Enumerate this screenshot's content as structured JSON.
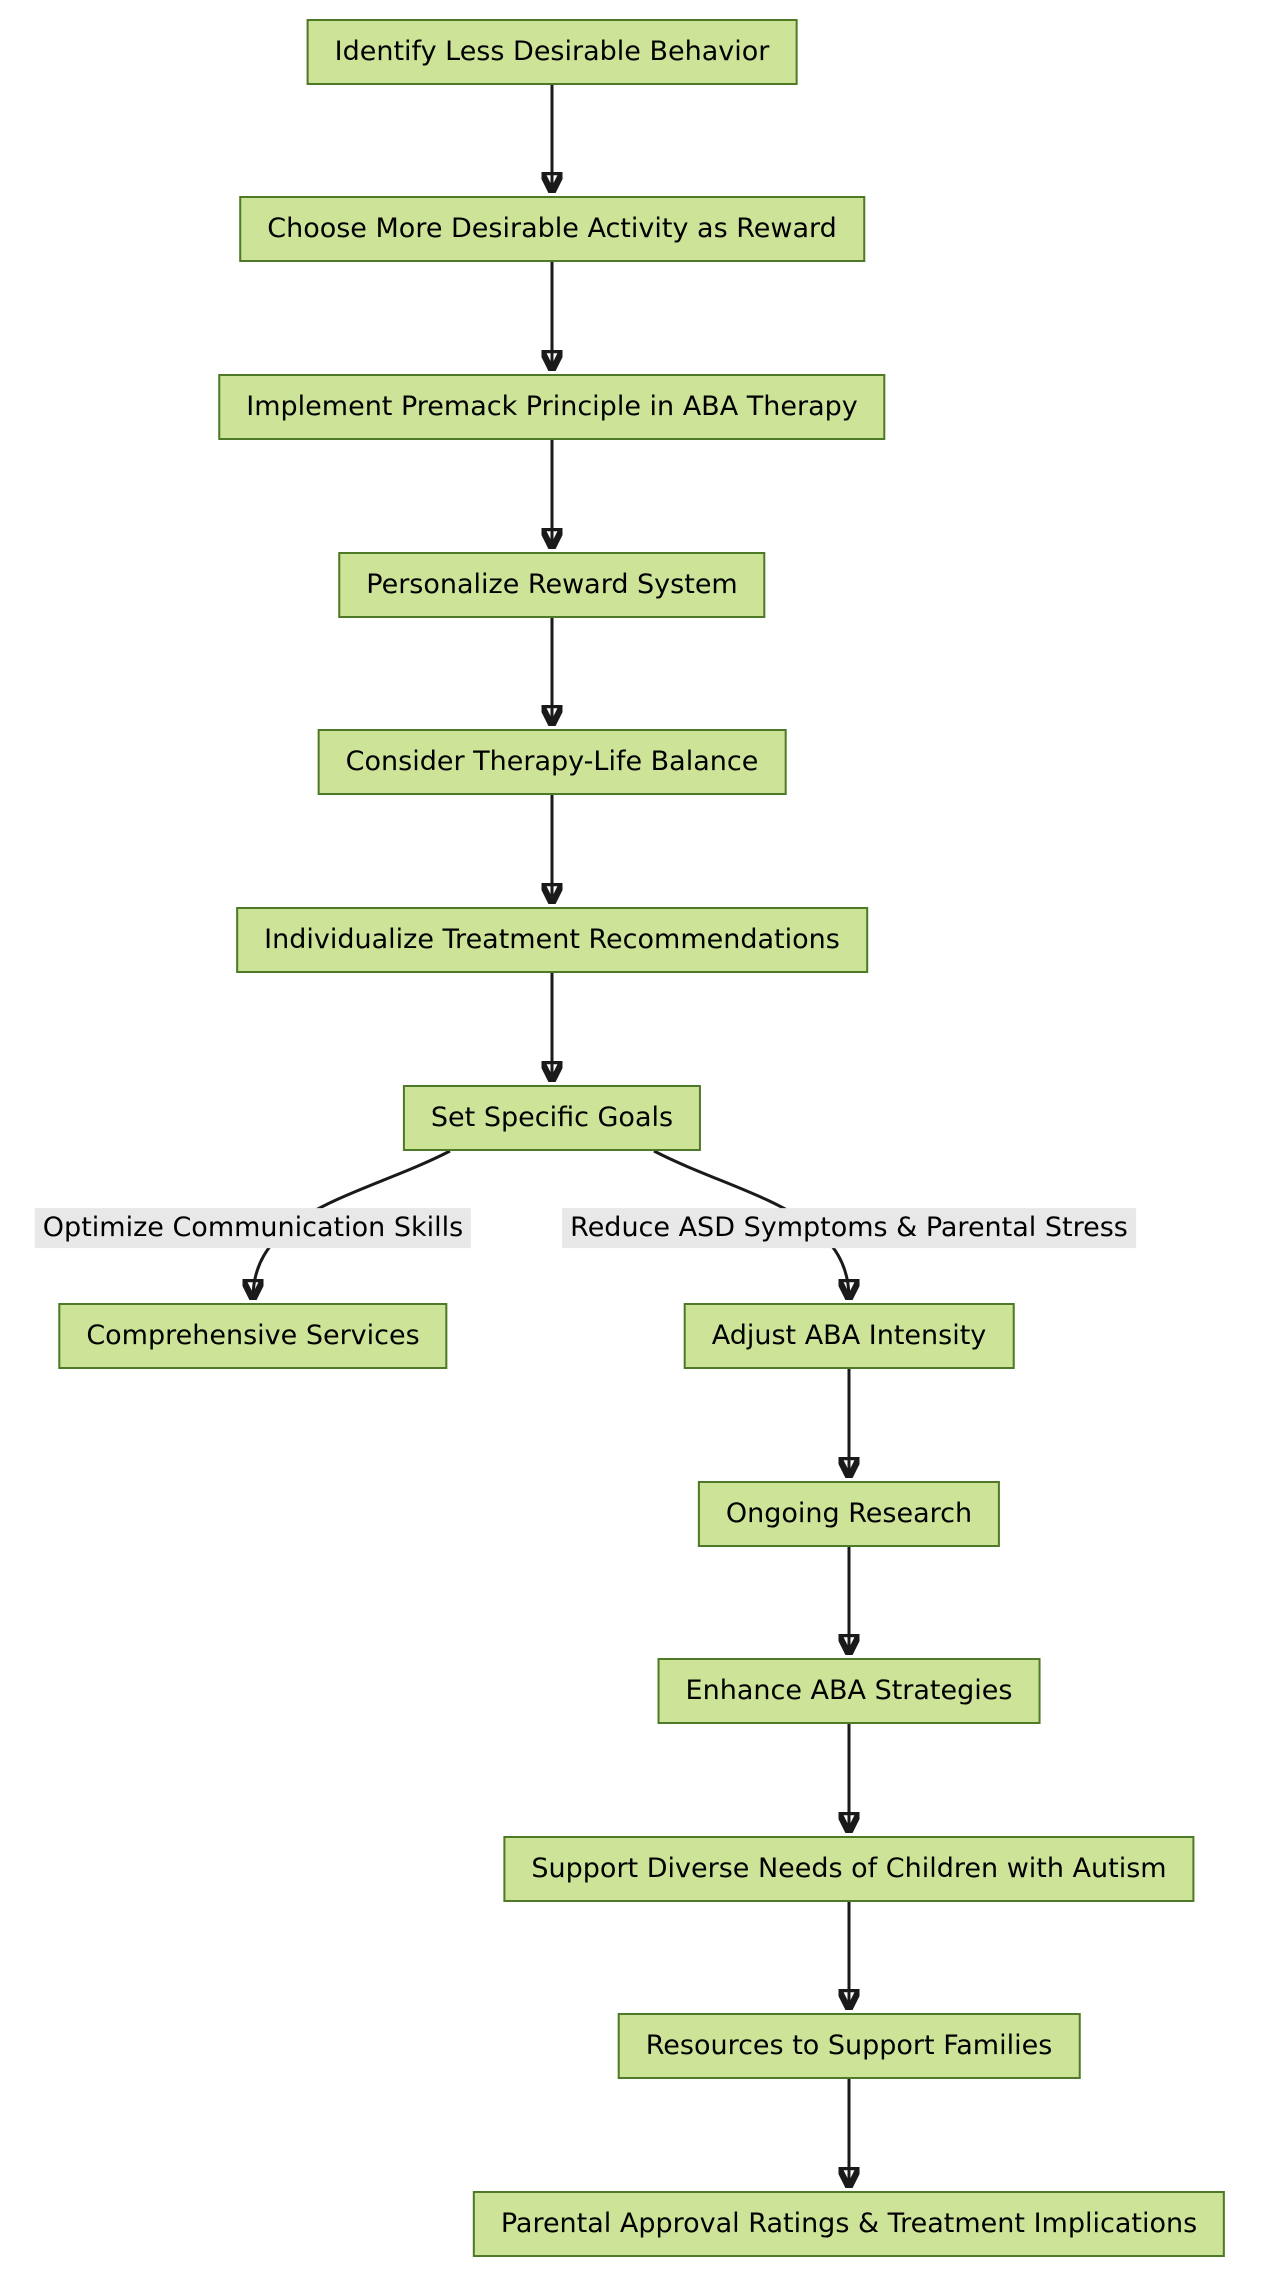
{
  "diagram": {
    "type": "flowchart",
    "direction": "top-down",
    "nodes": [
      {
        "label": "Identify Less Desirable Behavior"
      },
      {
        "label": "Choose More Desirable Activity as Reward"
      },
      {
        "label": "Implement Premack Principle in ABA Therapy"
      },
      {
        "label": "Personalize Reward System"
      },
      {
        "label": "Consider Therapy-Life Balance"
      },
      {
        "label": "Individualize Treatment Recommendations"
      },
      {
        "label": "Set Specific Goals"
      },
      {
        "label": "Comprehensive Services"
      },
      {
        "label": "Adjust ABA Intensity"
      },
      {
        "label": "Ongoing Research"
      },
      {
        "label": "Enhance ABA Strategies"
      },
      {
        "label": "Support Diverse Needs of Children with Autism"
      },
      {
        "label": "Resources to Support Families"
      },
      {
        "label": "Parental Approval Ratings & Treatment Implications"
      }
    ],
    "edge_labels": [
      {
        "label": "Optimize Communication Skills"
      },
      {
        "label": "Reduce ASD Symptoms & Parental Stress"
      }
    ],
    "edges": [
      {
        "from": "Identify Less Desirable Behavior",
        "to": "Choose More Desirable Activity as Reward"
      },
      {
        "from": "Choose More Desirable Activity as Reward",
        "to": "Implement Premack Principle in ABA Therapy"
      },
      {
        "from": "Implement Premack Principle in ABA Therapy",
        "to": "Personalize Reward System"
      },
      {
        "from": "Personalize Reward System",
        "to": "Consider Therapy-Life Balance"
      },
      {
        "from": "Consider Therapy-Life Balance",
        "to": "Individualize Treatment Recommendations"
      },
      {
        "from": "Individualize Treatment Recommendations",
        "to": "Set Specific Goals"
      },
      {
        "from": "Set Specific Goals",
        "to": "Comprehensive Services",
        "label": "Optimize Communication Skills"
      },
      {
        "from": "Set Specific Goals",
        "to": "Adjust ABA Intensity",
        "label": "Reduce ASD Symptoms & Parental Stress"
      },
      {
        "from": "Adjust ABA Intensity",
        "to": "Ongoing Research"
      },
      {
        "from": "Ongoing Research",
        "to": "Enhance ABA Strategies"
      },
      {
        "from": "Enhance ABA Strategies",
        "to": "Support Diverse Needs of Children with Autism"
      },
      {
        "from": "Support Diverse Needs of Children with Autism",
        "to": "Resources to Support Families"
      },
      {
        "from": "Resources to Support Families",
        "to": "Parental Approval Ratings & Treatment Implications"
      }
    ],
    "colors": {
      "node_fill": "#cde498",
      "node_border": "#4e7a27",
      "arrow": "#1a1a1a",
      "edge_label_bg": "#e8e8e8",
      "text": "#000000",
      "background": "#ffffff"
    }
  }
}
